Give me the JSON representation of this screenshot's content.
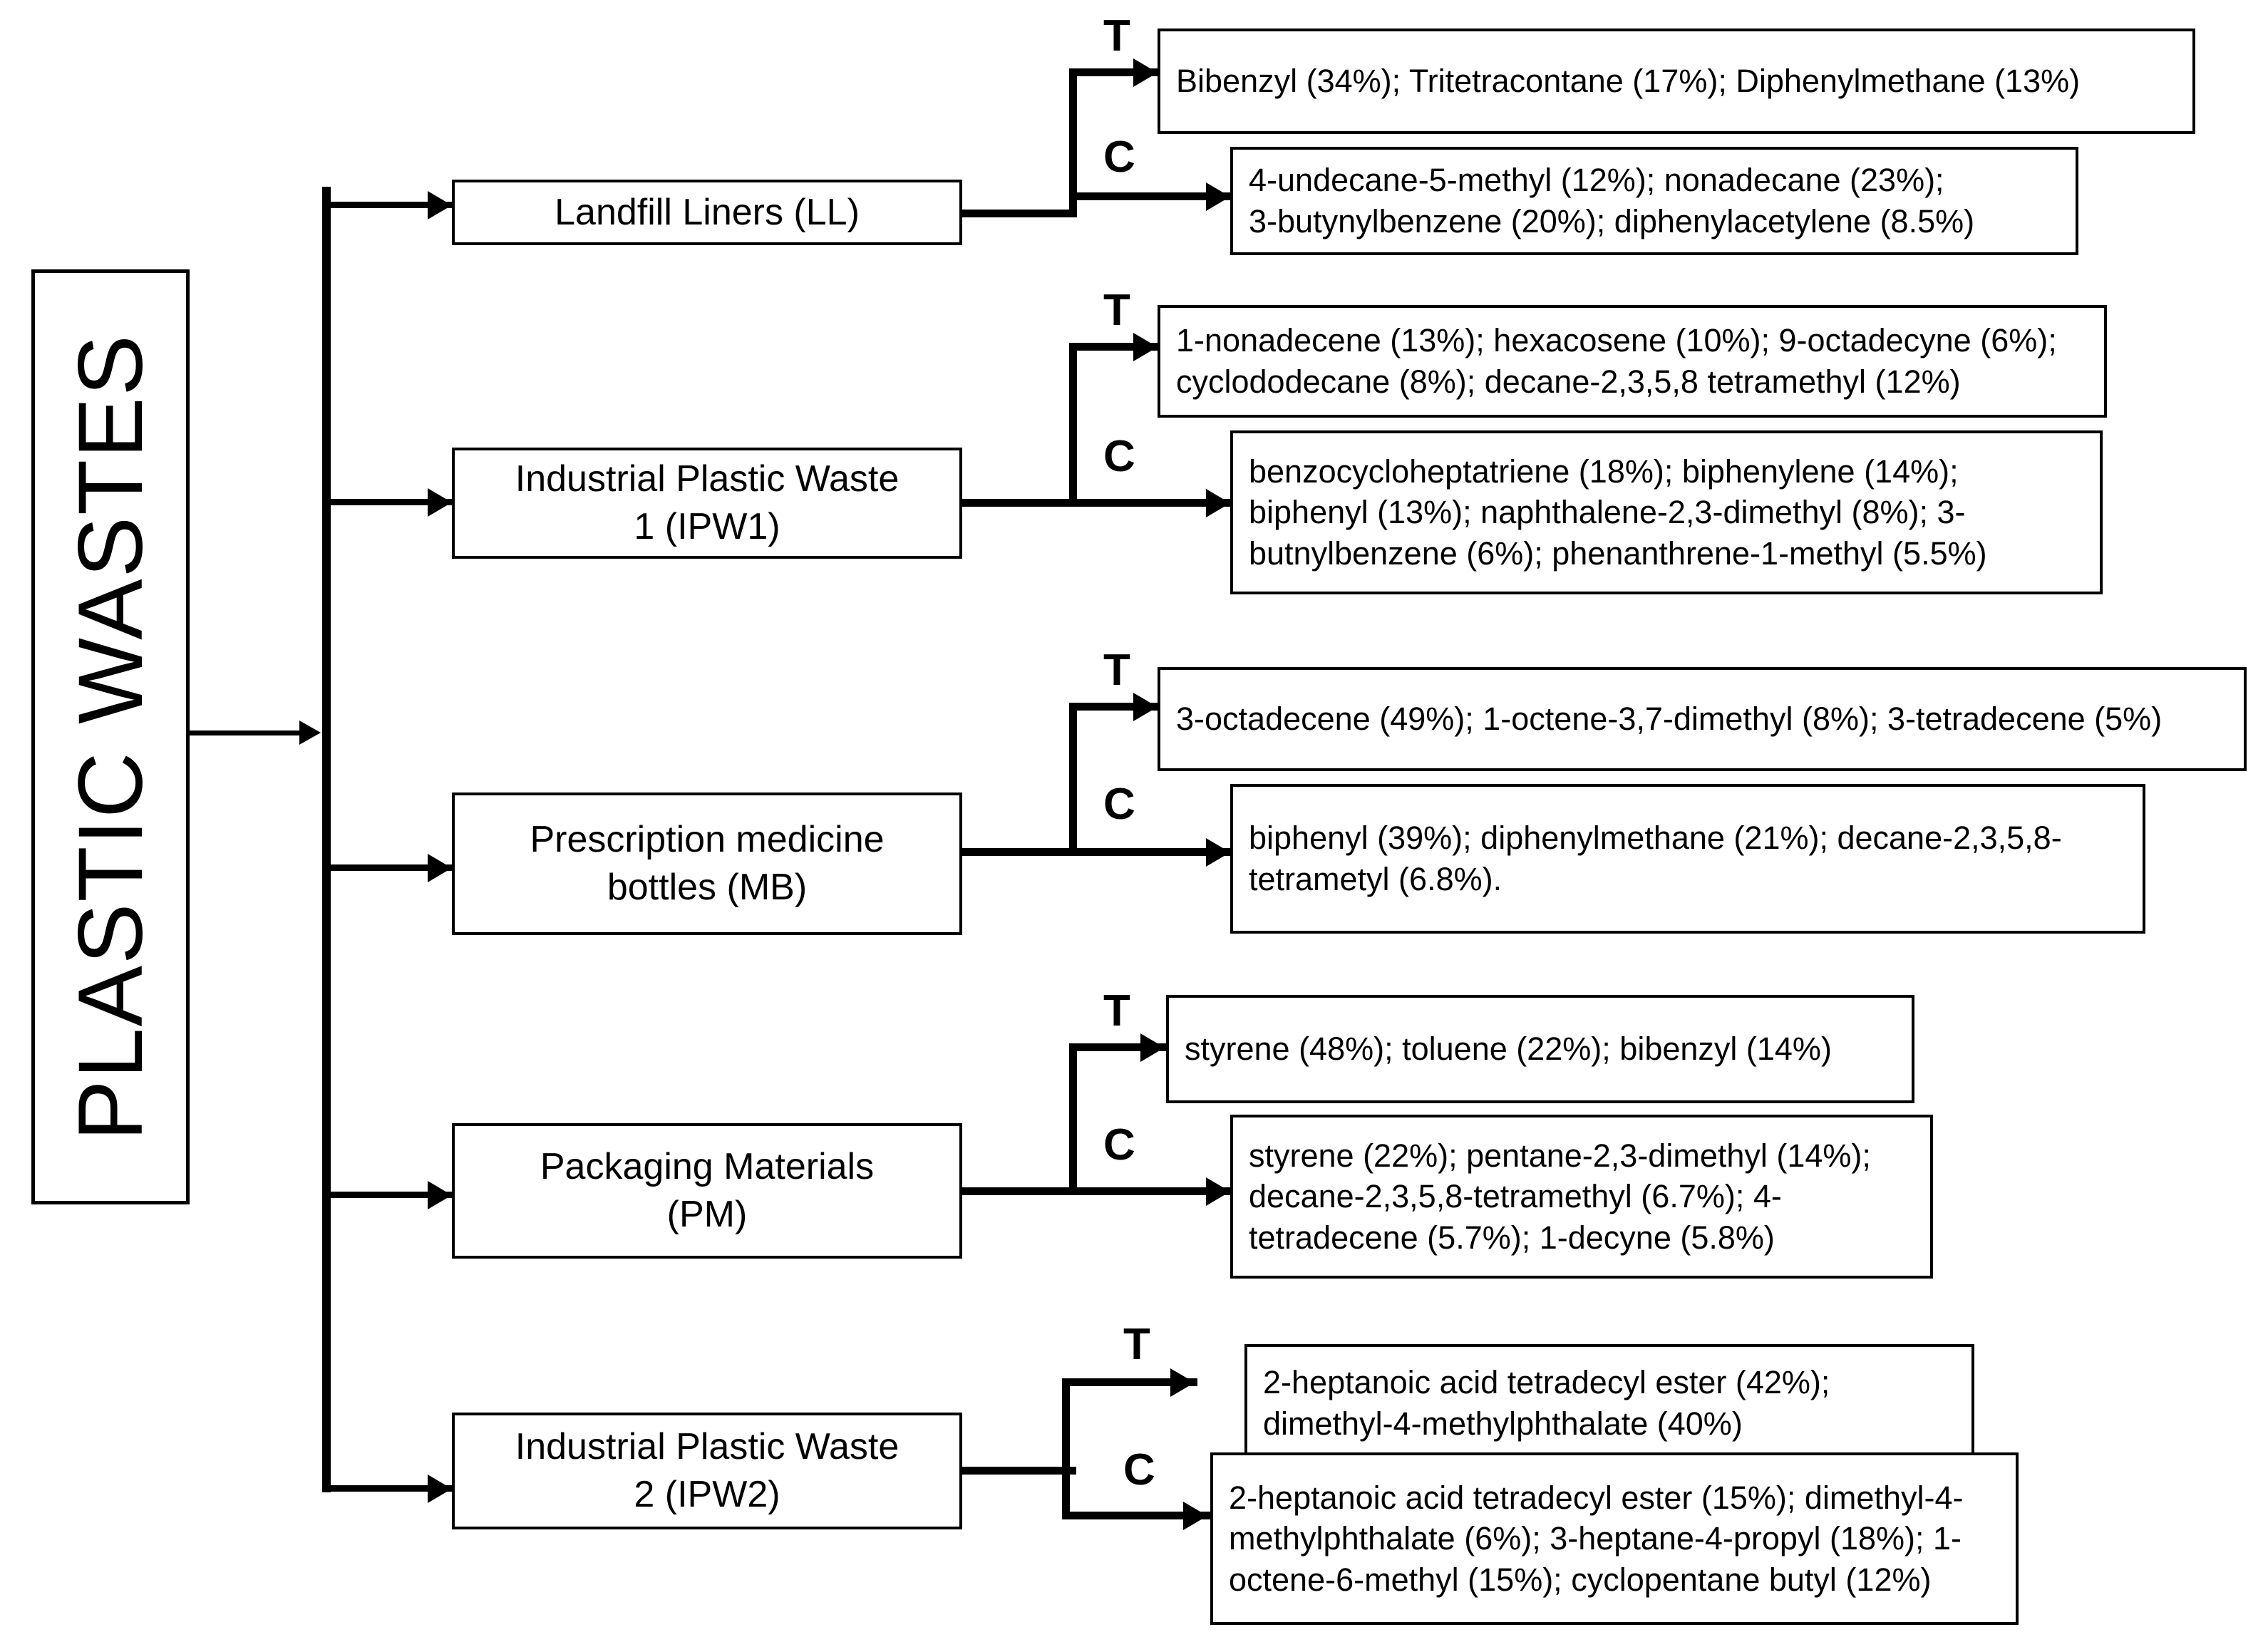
{
  "diagram": {
    "title": "PLASTIC WASTES",
    "root_label": "PLASTIC WASTES",
    "branch_labels": {
      "thermal": "T",
      "catalytic": "C"
    },
    "categories": [
      {
        "key": "LL",
        "label": "Landfill Liners (LL)",
        "thermal_label": "T",
        "thermal_products": "Bibenzyl (34%); Tritetracontane (17%); Diphenylmethane (13%)",
        "catalytic_label": "C",
        "catalytic_products": "4-undecane-5-methyl (12%); nonadecane (23%);\n3-butynylbenzene (20%); diphenylacetylene (8.5%)"
      },
      {
        "key": "IPW1",
        "label": "Industrial Plastic Waste\n1 (IPW1)",
        "thermal_label": "T",
        "thermal_products": "1-nonadecene (13%); hexacosene (10%); 9-octadecyne (6%);\ncyclododecane (8%); decane-2,3,5,8 tetramethyl (12%)",
        "catalytic_label": "C",
        "catalytic_products": "benzocycloheptatriene (18%); biphenylene (14%);\nbiphenyl (13%); naphthalene-2,3-dimethyl (8%); 3-\nbutnylbenzene (6%); phenanthrene-1-methyl (5.5%)"
      },
      {
        "key": "MB",
        "label": "Prescription medicine\nbottles (MB)",
        "thermal_label": "T",
        "thermal_products": "3-octadecene (49%); 1-octene-3,7-dimethyl (8%); 3-tetradecene (5%)",
        "catalytic_label": "C",
        "catalytic_products": "biphenyl (39%); diphenylmethane (21%); decane-2,3,5,8-\ntetrametyl (6.8%)."
      },
      {
        "key": "PM",
        "label": "Packaging Materials\n(PM)",
        "thermal_label": "T",
        "thermal_products": "styrene (48%); toluene (22%); bibenzyl (14%)",
        "catalytic_label": "C",
        "catalytic_products": "styrene (22%); pentane-2,3-dimethyl (14%);\ndecane-2,3,5,8-tetramethyl (6.7%); 4-\ntetradecene (5.7%); 1-decyne (5.8%)"
      },
      {
        "key": "IPW2",
        "label": "Industrial Plastic Waste\n2 (IPW2)",
        "thermal_label": "T",
        "thermal_products": "2-heptanoic acid tetradecyl ester (42%);\ndimethyl-4-methylphthalate (40%)",
        "catalytic_label": "C",
        "catalytic_products": "2-heptanoic acid tetradecyl ester (15%); dimethyl-4-\nmethylphthalate (6%); 3-heptane-4-propyl (18%); 1-\noctene-6-methyl (15%); cyclopentane butyl (12%)"
      }
    ]
  },
  "colors": {
    "line": "#000000",
    "background": "#ffffff",
    "text": "#000000"
  }
}
